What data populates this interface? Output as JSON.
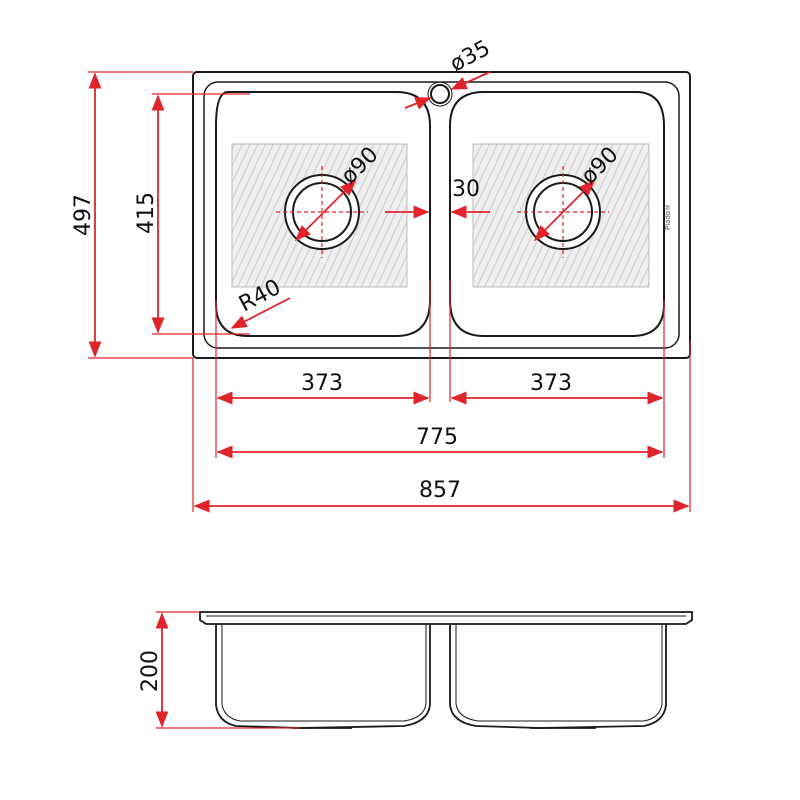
{
  "drawing": {
    "colors": {
      "dimension": "#e0242b",
      "outline": "#1a1a1a",
      "text": "#111111",
      "texture": "#cfcfcf"
    },
    "top_view": {
      "overall_width": "857",
      "cutout_width": "775",
      "bowl_left_width": "373",
      "bowl_right_width": "373",
      "overall_depth": "497",
      "bowl_depth": "415",
      "divider_gap": "30",
      "tap_hole": "ø35",
      "drain_left": "ø90",
      "drain_right": "ø90",
      "corner_radius": "R40",
      "brand_mark": "Plado®"
    },
    "side_view": {
      "height": "200"
    }
  }
}
